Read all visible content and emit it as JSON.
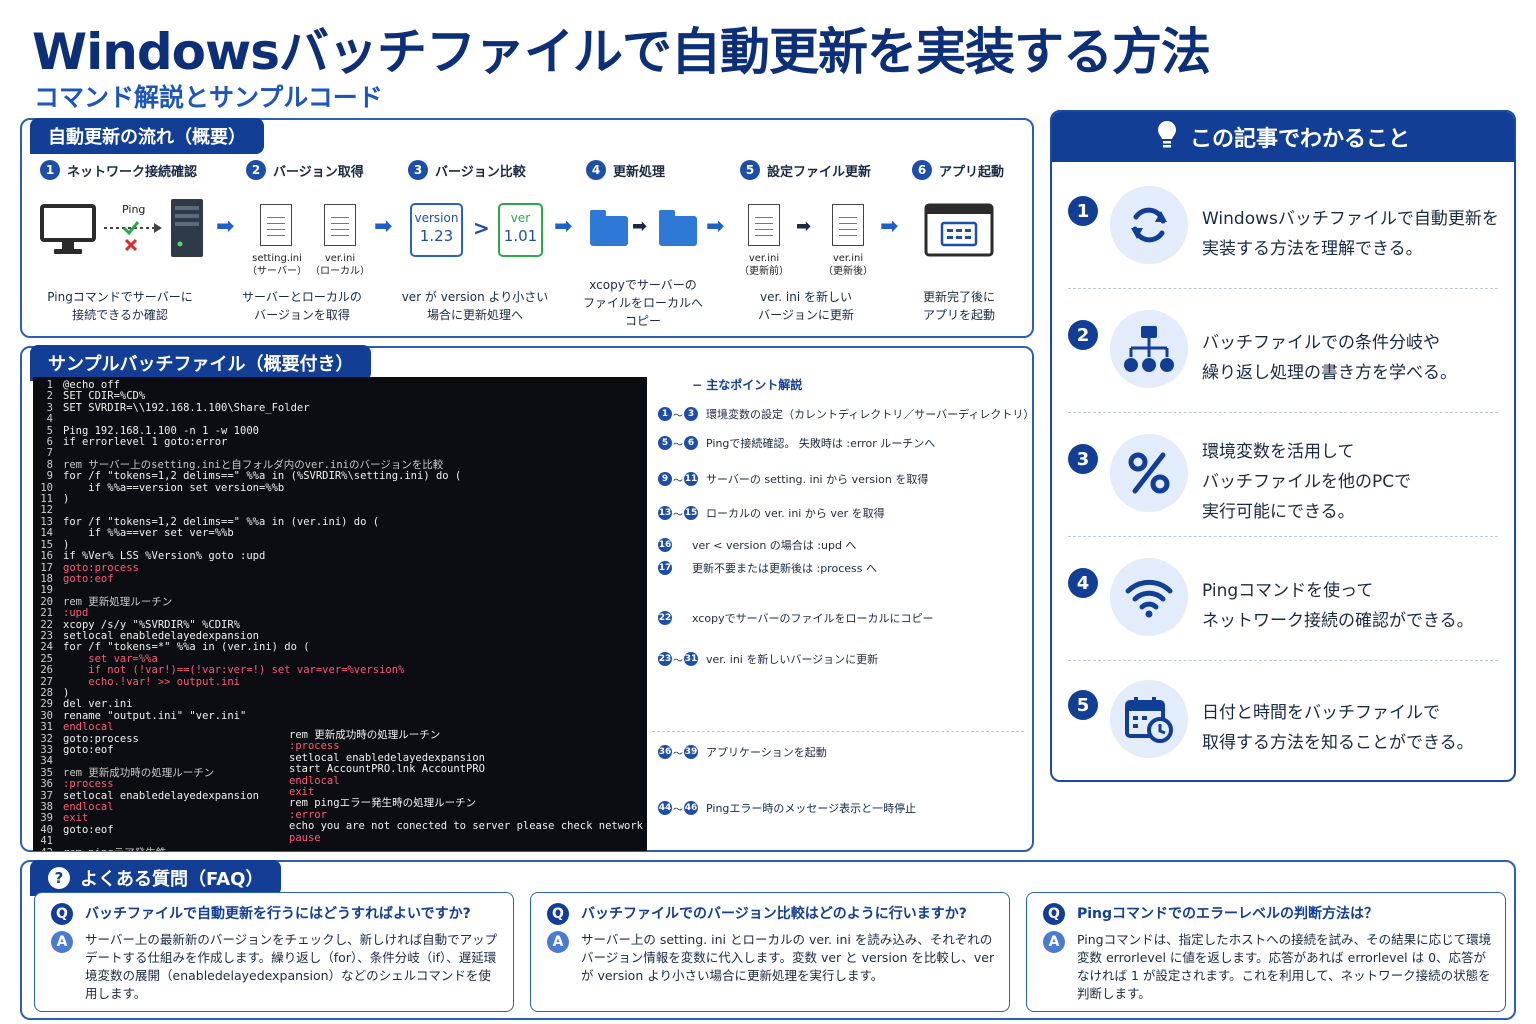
{
  "header": {
    "title": "Windowsバッチファイルで自動更新を実装する方法",
    "subtitle": "コマンド解説とサンプルコード"
  },
  "flow": {
    "tab": "自動更新の流れ（概要）",
    "steps": [
      {
        "num": "1",
        "title": "ネットワーク接続確認",
        "desc1": "Pingコマンドでサーバーに",
        "desc2": "接続できるか確認",
        "desc3": ""
      },
      {
        "num": "2",
        "title": "バージョン取得",
        "desc1": "サーバーとローカルの",
        "desc2": "バージョンを取得",
        "desc3": ""
      },
      {
        "num": "3",
        "title": "バージョン比較",
        "desc1": "ver が version より小さい",
        "desc2": "場合に更新処理へ",
        "desc3": ""
      },
      {
        "num": "4",
        "title": "更新処理",
        "desc1": "xcopyでサーバーの",
        "desc2": "ファイルをローカルへ",
        "desc3": "コピー"
      },
      {
        "num": "5",
        "title": "設定ファイル更新",
        "desc1": "ver. ini を新しい",
        "desc2": "バージョンに更新",
        "desc3": ""
      },
      {
        "num": "6",
        "title": "アプリ起動",
        "desc1": "更新完了後に",
        "desc2": "アプリを起動",
        "desc3": ""
      }
    ],
    "ping_label": "Ping",
    "setting_caption1": "setting.ini",
    "setting_caption2": "（サーバー）",
    "ver_caption1": "ver.ini",
    "ver_caption2": "（ローカル）",
    "version_label": "version",
    "version_value": "1.23",
    "ver_label": "ver",
    "ver_value": "1.01",
    "compare_symbol": ">",
    "ver_before1": "ver.ini",
    "ver_before2": "（更新前）",
    "ver_after1": "ver.ini",
    "ver_after2": "（更新後）"
  },
  "sample": {
    "tab": "サンプルバッチファイル（概要付き）",
    "overlay": [
      {
        "t": "rem 更新成功時の処理ルーチン",
        "c": "txt"
      },
      {
        "t": ":process",
        "c": "kw"
      },
      {
        "t": "setlocal enabledelayedexpansion",
        "c": "txt"
      },
      {
        "t": "start AccountPRO.lnk AccountPRO",
        "c": "txt"
      },
      {
        "t": "endlocal",
        "c": "kw"
      },
      {
        "t": "exit",
        "c": "kw"
      },
      {
        "t": "rem pingエラー発生時の処理ルーチン",
        "c": "txt"
      },
      {
        "t": ":error",
        "c": "kw"
      },
      {
        "t": "echo you are not conected to server please check network ...",
        "c": "txt"
      },
      {
        "t": "pause",
        "c": "kw"
      }
    ],
    "points_title": "主なポイント解説",
    "points": [
      {
        "a": "1",
        "b": "3",
        "text": "環境変数の設定（カレントディレクトリ／サーバーディレクトリ）"
      },
      {
        "a": "5",
        "b": "6",
        "text": "Pingで接続確認。 失敗時は :error ルーチンへ"
      },
      {
        "a": "9",
        "b": "11",
        "text": "サーバーの setting. ini から version を取得"
      },
      {
        "a": "13",
        "b": "15",
        "text": "ローカルの ver. ini から ver を取得"
      },
      {
        "a": "16",
        "b": "",
        "text": "ver < version の場合は :upd へ"
      },
      {
        "a": "17",
        "b": "",
        "text": "更新不要または更新後は :process へ"
      },
      {
        "a": "22",
        "b": "",
        "text": "xcopyでサーバーのファイルをローカルにコピー"
      },
      {
        "a": "23",
        "b": "31",
        "text": "ver. ini を新しいバージョンに更新"
      },
      {
        "a": "36",
        "b": "39",
        "text": "アプリケーションを起動"
      },
      {
        "a": "44",
        "b": "46",
        "text": "Pingエラー時のメッセージ表示と一時停止"
      }
    ]
  },
  "code": [
    {
      "n": "1",
      "t": "@echo off",
      "c": "txt"
    },
    {
      "n": "2",
      "t": "SET CDIR=%CD%",
      "c": "txt"
    },
    {
      "n": "3",
      "t": "SET SVRDIR=\\\\192.168.1.100\\Share_Folder",
      "c": "txt"
    },
    {
      "n": "4",
      "t": "",
      "c": "txt"
    },
    {
      "n": "5",
      "t": "Ping 192.168.1.100 -n 1 -w 1000",
      "c": "txt"
    },
    {
      "n": "6",
      "t": "if errorlevel 1 goto:error",
      "c": "txt"
    },
    {
      "n": "7",
      "t": "",
      "c": "txt"
    },
    {
      "n": "8",
      "t": "rem サーバー上のsetting.iniと自フォルダ内のver.iniのバージョンを比較",
      "c": "cm"
    },
    {
      "n": "9",
      "t": "for /f \"tokens=1,2 delims==\" %%a in (%SVRDIR%\\setting.ini) do (",
      "c": "txt"
    },
    {
      "n": "10",
      "t": "    if %%a==version set version=%%b",
      "c": "txt"
    },
    {
      "n": "11",
      "t": ")",
      "c": "txt"
    },
    {
      "n": "12",
      "t": "",
      "c": "txt"
    },
    {
      "n": "13",
      "t": "for /f \"tokens=1,2 delims==\" %%a in (ver.ini) do (",
      "c": "txt"
    },
    {
      "n": "14",
      "t": "    if %%a==ver set ver=%%b",
      "c": "txt"
    },
    {
      "n": "15",
      "t": ")",
      "c": "txt"
    },
    {
      "n": "16",
      "t": "if %Ver% LSS %Version% goto :upd",
      "c": "txt"
    },
    {
      "n": "17",
      "t": "goto:process",
      "c": "kw"
    },
    {
      "n": "18",
      "t": "goto:eof",
      "c": "kw"
    },
    {
      "n": "19",
      "t": "",
      "c": "txt"
    },
    {
      "n": "20",
      "t": "rem 更新処理ルーチン",
      "c": "cm"
    },
    {
      "n": "21",
      "t": ":upd",
      "c": "kw"
    },
    {
      "n": "22",
      "t": "xcopy /s/y \"%SVRDIR%\" %CDIR%",
      "c": "txt"
    },
    {
      "n": "23",
      "t": "setlocal enabledelayedexpansion",
      "c": "txt"
    },
    {
      "n": "24",
      "t": "for /f \"tokens=*\" %%a in (ver.ini) do (",
      "c": "txt"
    },
    {
      "n": "25",
      "t": "    set var=%%a",
      "c": "kw"
    },
    {
      "n": "26",
      "t": "    if not (!var!)==(!var:ver=!) set var=ver=%version%",
      "c": "kw"
    },
    {
      "n": "27",
      "t": "    echo.!var! >> output.ini",
      "c": "kw"
    },
    {
      "n": "28",
      "t": ")",
      "c": "txt"
    },
    {
      "n": "29",
      "t": "del ver.ini",
      "c": "txt"
    },
    {
      "n": "30",
      "t": "rename \"output.ini\" \"ver.ini\"",
      "c": "txt"
    },
    {
      "n": "31",
      "t": "endlocal",
      "c": "kw"
    },
    {
      "n": "32",
      "t": "goto:process",
      "c": "txt"
    },
    {
      "n": "33",
      "t": "goto:eof",
      "c": "txt"
    },
    {
      "n": "34",
      "t": "",
      "c": "txt"
    },
    {
      "n": "35",
      "t": "rem 更新成功時の処理ルーチン",
      "c": "cm"
    },
    {
      "n": "36",
      "t": ":process",
      "c": "kw"
    },
    {
      "n": "37",
      "t": "setlocal enabledelayedexpansion",
      "c": "txt"
    },
    {
      "n": "38",
      "t": "endlocal",
      "c": "kw"
    },
    {
      "n": "39",
      "t": "exit",
      "c": "kw"
    },
    {
      "n": "40",
      "t": "goto:eof",
      "c": "txt"
    },
    {
      "n": "41",
      "t": "",
      "c": "txt"
    },
    {
      "n": "42",
      "t": "rem pingラア発生銑",
      "c": "cm"
    }
  ],
  "learn": {
    "title": "この記事でわかること",
    "items": [
      {
        "num": "1",
        "icon": "refresh-icon",
        "lines": [
          "Windowsバッチファイルで自動更新を",
          "実装する方法を理解できる。"
        ]
      },
      {
        "num": "2",
        "icon": "hierarchy-icon",
        "lines": [
          "バッチファイルでの条件分岐や",
          "繰り返し処理の書き方を学べる。"
        ]
      },
      {
        "num": "3",
        "icon": "percent-icon",
        "lines": [
          "環境変数を活用して",
          "バッチファイルを他のPCで",
          "実行可能にできる。"
        ]
      },
      {
        "num": "4",
        "icon": "wifi-icon",
        "lines": [
          "Pingコマンドを使って",
          "ネットワーク接続の確認ができる。"
        ]
      },
      {
        "num": "5",
        "icon": "calendar-clock-icon",
        "lines": [
          "日付と時間をバッチファイルで",
          "取得する方法を知ることができる。"
        ]
      }
    ]
  },
  "faq": {
    "tab": "よくある質問（FAQ）",
    "q_mark": "Q",
    "a_mark": "A",
    "help_mark": "?",
    "items": [
      {
        "q": "バッチファイルで自動更新を行うにはどうすればよいですか?",
        "a": "サーバー上の最新新のバージョンをチェックし、新しければ自動でアップデートする仕組みを作成します。繰り返し（for）、条件分岐（if）、遅延環境変数の展開（enabledelayedexpansion）などのシェルコマンドを使用します。"
      },
      {
        "q": "バッチファイルでのバージョン比較はどのように行いますか?",
        "a": "サーバー上の setting. ini とローカルの ver. ini を読み込み、それぞれのバージョン情報を変数に代入します。変数 ver と version を比較し、ver が version より小さい場合に更新処理を実行します。"
      },
      {
        "q": "Pingコマンドでのエラーレベルの判断方法は？",
        "a": "Pingコマンドは、指定したホストへの接続を試み、その結果に応じて環境変数 errorlevel に値を返します。応答があれば errorlevel は 0、応答がなければ 1 が設定されます。これを利用して、ネットワーク接続の状態を判断します。"
      }
    ]
  },
  "colors": {
    "navy": "#123f95",
    "blue": "#1e4fa8",
    "accent": "#2e78d6",
    "code_bg": "#0b0d12",
    "code_keyword": "#ff5a7a",
    "ok_green": "#2aa84a",
    "error_red": "#e02a2a"
  }
}
